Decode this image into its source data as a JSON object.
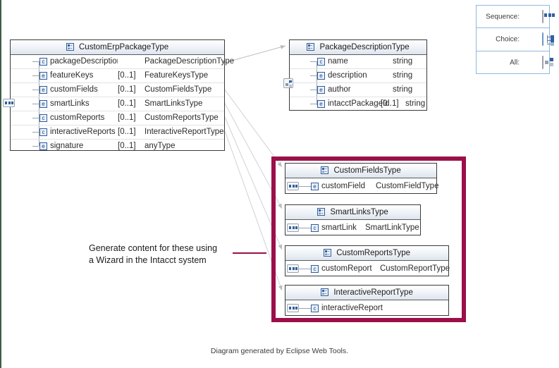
{
  "legend": {
    "rows": [
      {
        "label": "Sequence:",
        "icon": "sequence-icon"
      },
      {
        "label": "Choice:",
        "icon": "choice-icon"
      },
      {
        "label": "All:",
        "icon": "all-icon"
      }
    ]
  },
  "boxes": {
    "custom_erp_package": {
      "title": "CustomErpPackageType",
      "compositor": "sequence",
      "rows": [
        {
          "badge": "c",
          "name": "packageDescription",
          "cardinality": "",
          "type": "PackageDescriptionType"
        },
        {
          "badge": "e",
          "name": "featureKeys",
          "cardinality": "[0..1]",
          "type": "FeatureKeysType"
        },
        {
          "badge": "e",
          "name": "customFields",
          "cardinality": "[0..1]",
          "type": "CustomFieldsType"
        },
        {
          "badge": "e",
          "name": "smartLinks",
          "cardinality": "[0..1]",
          "type": "SmartLinksType"
        },
        {
          "badge": "c",
          "name": "customReports",
          "cardinality": "[0..1]",
          "type": "CustomReportsType"
        },
        {
          "badge": "c",
          "name": "interactiveReports",
          "cardinality": "[0..1]",
          "type": "InteractiveReportType"
        },
        {
          "badge": "e",
          "name": "signature",
          "cardinality": "[0..1]",
          "type": "anyType"
        }
      ]
    },
    "package_description": {
      "title": "PackageDescriptionType",
      "compositor": "all",
      "rows": [
        {
          "badge": "c",
          "name": "name",
          "cardinality": "",
          "type": "string"
        },
        {
          "badge": "e",
          "name": "description",
          "cardinality": "",
          "type": "string"
        },
        {
          "badge": "e",
          "name": "author",
          "cardinality": "",
          "type": "string"
        },
        {
          "badge": "e",
          "name": "intacctPackageId",
          "cardinality": "[0..1]",
          "type": "string"
        }
      ]
    },
    "custom_fields": {
      "title": "CustomFieldsType",
      "compositor": "sequence",
      "rows": [
        {
          "badge": "e",
          "name": "customField",
          "cardinality": "",
          "type": "CustomFieldType"
        }
      ]
    },
    "smart_links": {
      "title": "SmartLinksType",
      "compositor": "sequence",
      "rows": [
        {
          "badge": "c",
          "name": "smartLink",
          "cardinality": "",
          "type": "SmartLinkType"
        }
      ]
    },
    "custom_reports": {
      "title": "CustomReportsType",
      "compositor": "sequence",
      "rows": [
        {
          "badge": "c",
          "name": "customReport",
          "cardinality": "",
          "type": "CustomReportType"
        }
      ]
    },
    "interactive_report": {
      "title": "InteractiveReportType",
      "compositor": "sequence",
      "rows": [
        {
          "badge": "c",
          "name": "interactiveReport",
          "cardinality": "",
          "type": ""
        }
      ]
    }
  },
  "annotation": {
    "line1": "Generate content for these using",
    "line2": "a Wizard in the Intacct system"
  },
  "footer": {
    "text": "Diagram generated by Eclipse Web Tools."
  },
  "colors": {
    "highlight": "#9b0f4a",
    "box_border": "#3a3a3a",
    "legend_border": "#8fb8dd",
    "connector": "#b9bcc0",
    "badge_blue": "#2f5c9e",
    "page_edge": "#3d5c47"
  }
}
